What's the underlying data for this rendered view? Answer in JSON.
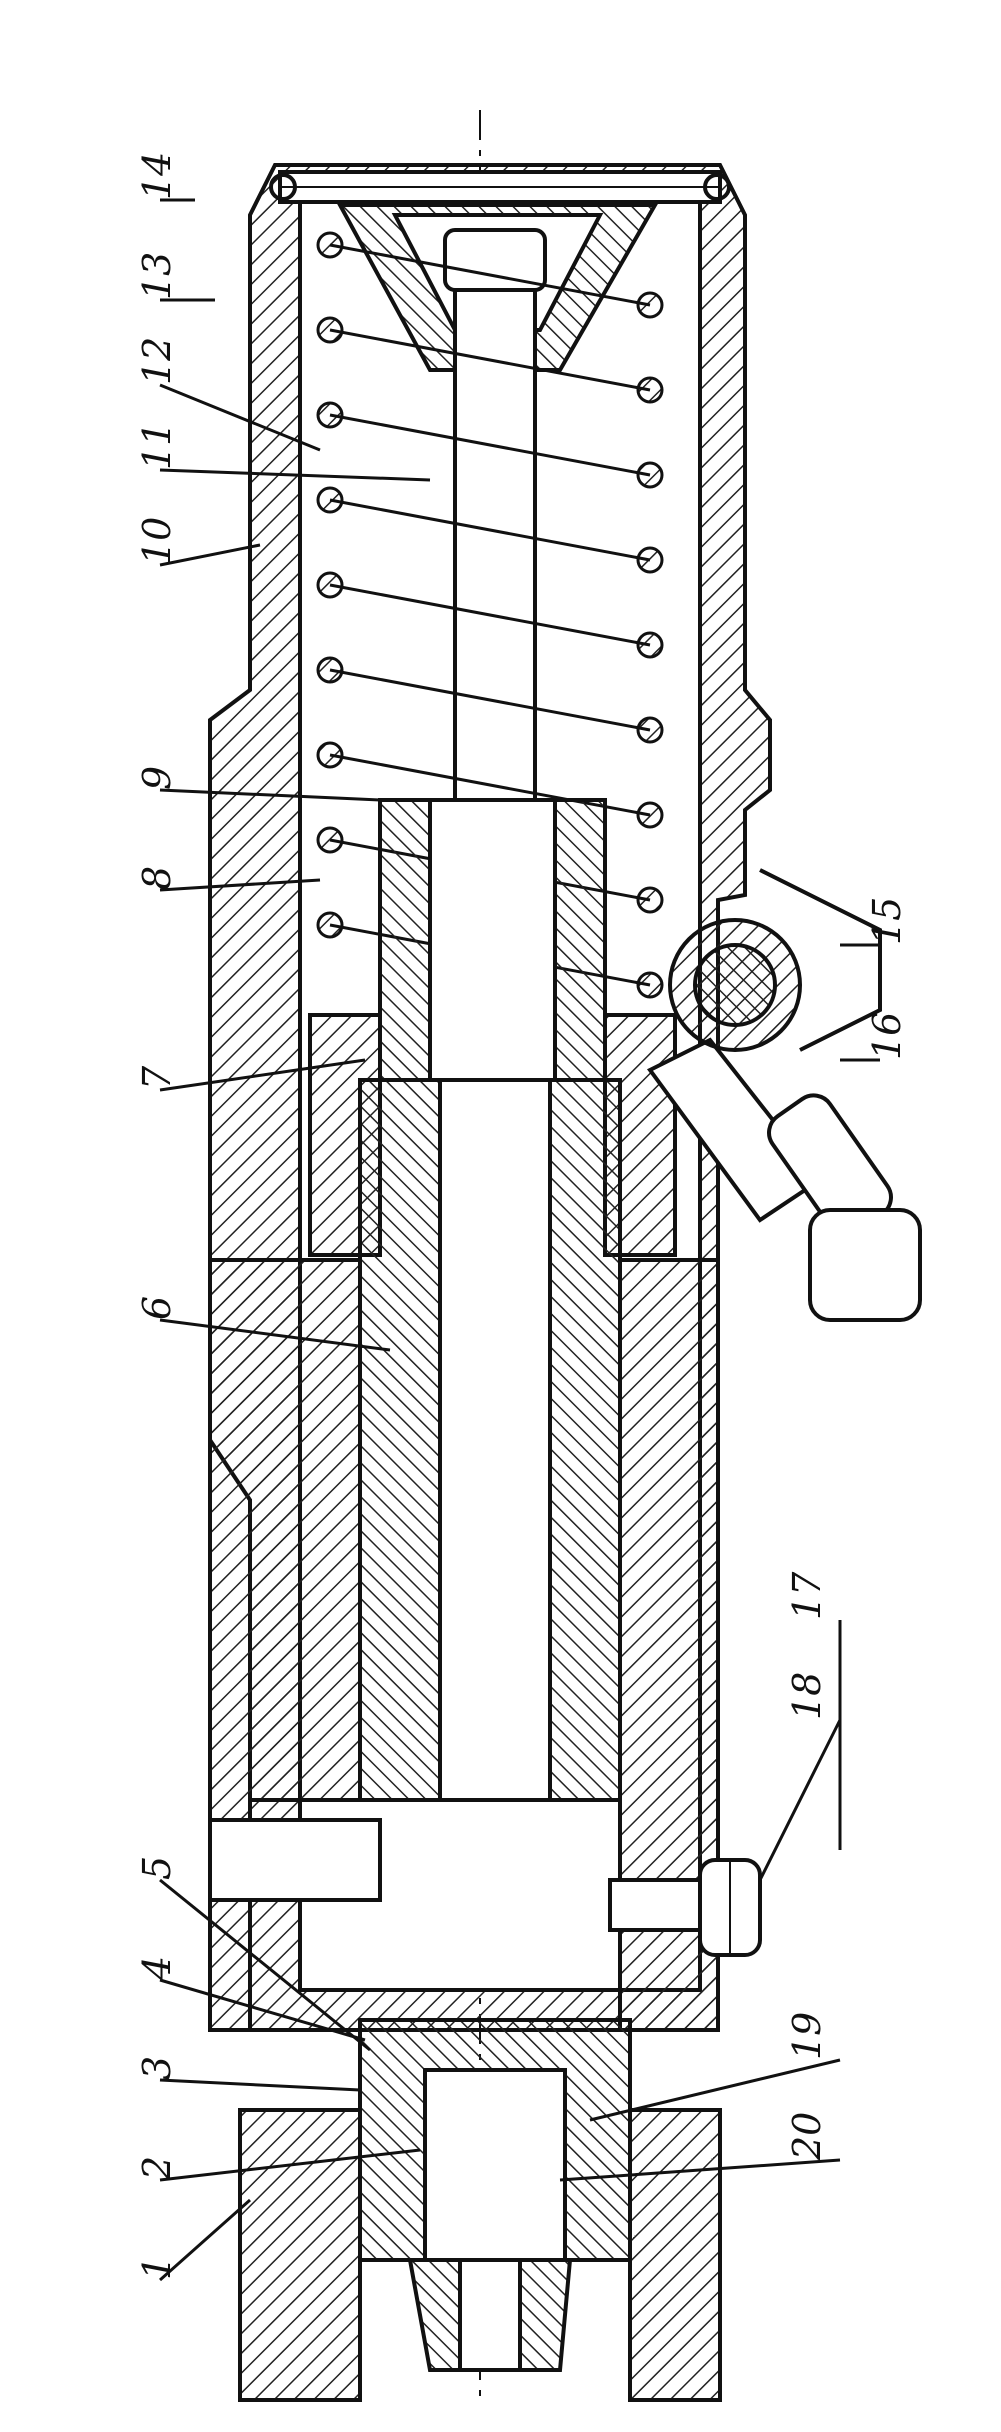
{
  "drawing": {
    "kind": "mechanical cross-section (plunger pump / injector assembly)",
    "colors": {
      "ink": "#111111",
      "paper": "#ffffff",
      "hatch": "#222222"
    },
    "callouts": [
      {
        "id": "c1",
        "text": "1"
      },
      {
        "id": "c2",
        "text": "2"
      },
      {
        "id": "c3",
        "text": "3"
      },
      {
        "id": "c4",
        "text": "4"
      },
      {
        "id": "c5",
        "text": "5"
      },
      {
        "id": "c6",
        "text": "6"
      },
      {
        "id": "c7",
        "text": "7"
      },
      {
        "id": "c8",
        "text": "8"
      },
      {
        "id": "c9",
        "text": "9"
      },
      {
        "id": "c10",
        "text": "10"
      },
      {
        "id": "c11",
        "text": "11"
      },
      {
        "id": "c12",
        "text": "12"
      },
      {
        "id": "c13",
        "text": "13"
      },
      {
        "id": "c14",
        "text": "14"
      },
      {
        "id": "c15",
        "text": "15"
      },
      {
        "id": "c16",
        "text": "16"
      },
      {
        "id": "c17",
        "text": "17"
      },
      {
        "id": "c18",
        "text": "18"
      },
      {
        "id": "c19",
        "text": "19"
      },
      {
        "id": "c20",
        "text": "20"
      }
    ]
  }
}
